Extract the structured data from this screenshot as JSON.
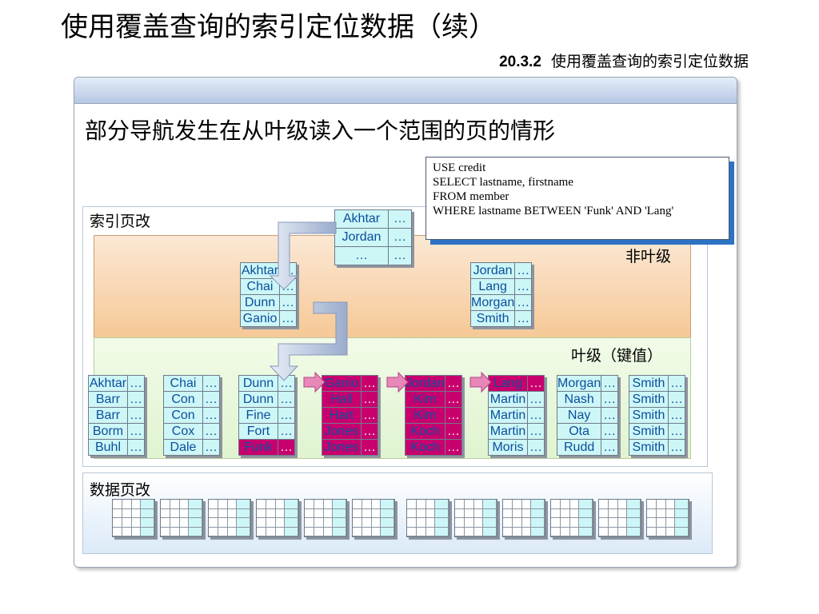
{
  "title": "使用覆盖查询的索引定位数据（续）",
  "subtitle": {
    "number": "20.3.2",
    "text": "使用覆盖查询的索引定位数据"
  },
  "heading": "部分导航发生在从叶级读入一个范围的页的情形",
  "labels": {
    "index_pages": "索引页改",
    "non_leaf": "非叶级",
    "leaf": "叶级（键值）",
    "data_pages": "数据页改"
  },
  "sql": [
    "USE credit",
    "SELECT lastname, firstname",
    "FROM member",
    "WHERE lastname BETWEEN 'Funk' AND 'Lang'"
  ],
  "ellipsis": "…",
  "root_page": [
    "Akhtar",
    "Jordan",
    "…"
  ],
  "nonleaf_pages": [
    [
      "Akhtar",
      "Chai",
      "Dunn",
      "Ganio"
    ],
    [
      "Jordan",
      "Lang",
      "Morgan",
      "Smith"
    ]
  ],
  "leaf_pages": [
    {
      "rows": [
        "Akhtar",
        "Barr",
        "Barr",
        "Borm",
        "Buhl"
      ],
      "highlight": []
    },
    {
      "rows": [
        "Chai",
        "Con",
        "Con",
        "Cox",
        "Dale"
      ],
      "highlight": []
    },
    {
      "rows": [
        "Dunn",
        "Dunn",
        "Fine",
        "Fort",
        "Funk"
      ],
      "highlight": [
        4
      ]
    },
    {
      "rows": [
        "Ganio",
        "Hall",
        "Hart",
        "Jones",
        "Jones"
      ],
      "highlight": [
        0,
        1,
        2,
        3,
        4
      ]
    },
    {
      "rows": [
        "Jordan",
        "Kim",
        "Kim",
        "Koch",
        "Koch"
      ],
      "highlight": [
        0,
        1,
        2,
        3,
        4
      ]
    },
    {
      "rows": [
        "Lang",
        "Martin",
        "Martin",
        "Martin",
        "Moris"
      ],
      "highlight": [
        0
      ]
    },
    {
      "rows": [
        "Morgan",
        "Nash",
        "Nay",
        "Ota",
        "Rudd"
      ],
      "highlight": []
    },
    {
      "rows": [
        "Smith",
        "Smith",
        "Smith",
        "Smith",
        "Smith"
      ],
      "highlight": []
    }
  ],
  "colors": {
    "highlight": "#c8006e",
    "cell": "#cdf6f6",
    "text": "#0a4f9e",
    "arrow": "#a8b8d8",
    "nav_arrow": "#e888b8"
  }
}
